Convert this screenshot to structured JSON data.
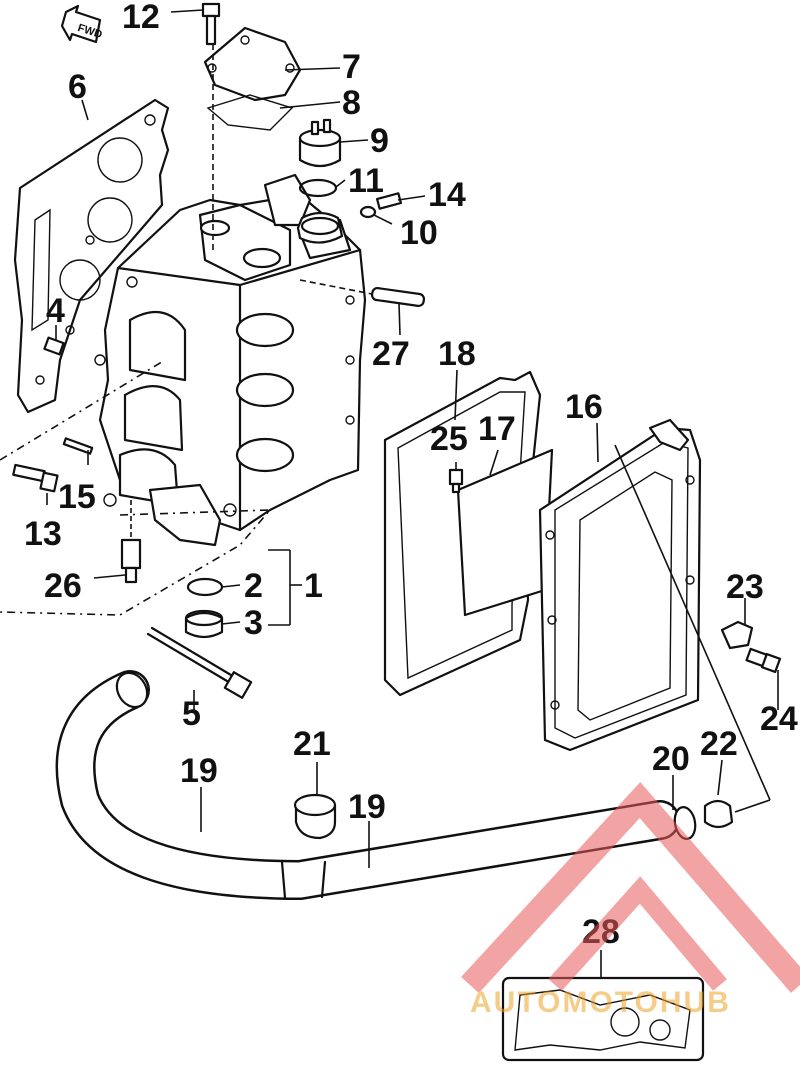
{
  "diagram": {
    "callouts": {
      "c1": "1",
      "c2": "2",
      "c3": "3",
      "c4": "4",
      "c5": "5",
      "c6": "6",
      "c7": "7",
      "c8": "8",
      "c9": "9",
      "c10": "10",
      "c11": "11",
      "c12": "12",
      "c13": "13",
      "c14": "14",
      "c15": "15",
      "c16": "16",
      "c17": "17",
      "c18": "18",
      "c19a": "19",
      "c19b": "19",
      "c20": "20",
      "c21": "21",
      "c22": "22",
      "c23": "23",
      "c24": "24",
      "c25": "25",
      "c26": "26",
      "c27": "27",
      "c28": "28"
    },
    "direction_tag": "FWD"
  },
  "watermark": {
    "text": "AUTOMOTOHUB",
    "colors": {
      "logo": "#e85a5a",
      "text": "#f0a32a"
    }
  }
}
